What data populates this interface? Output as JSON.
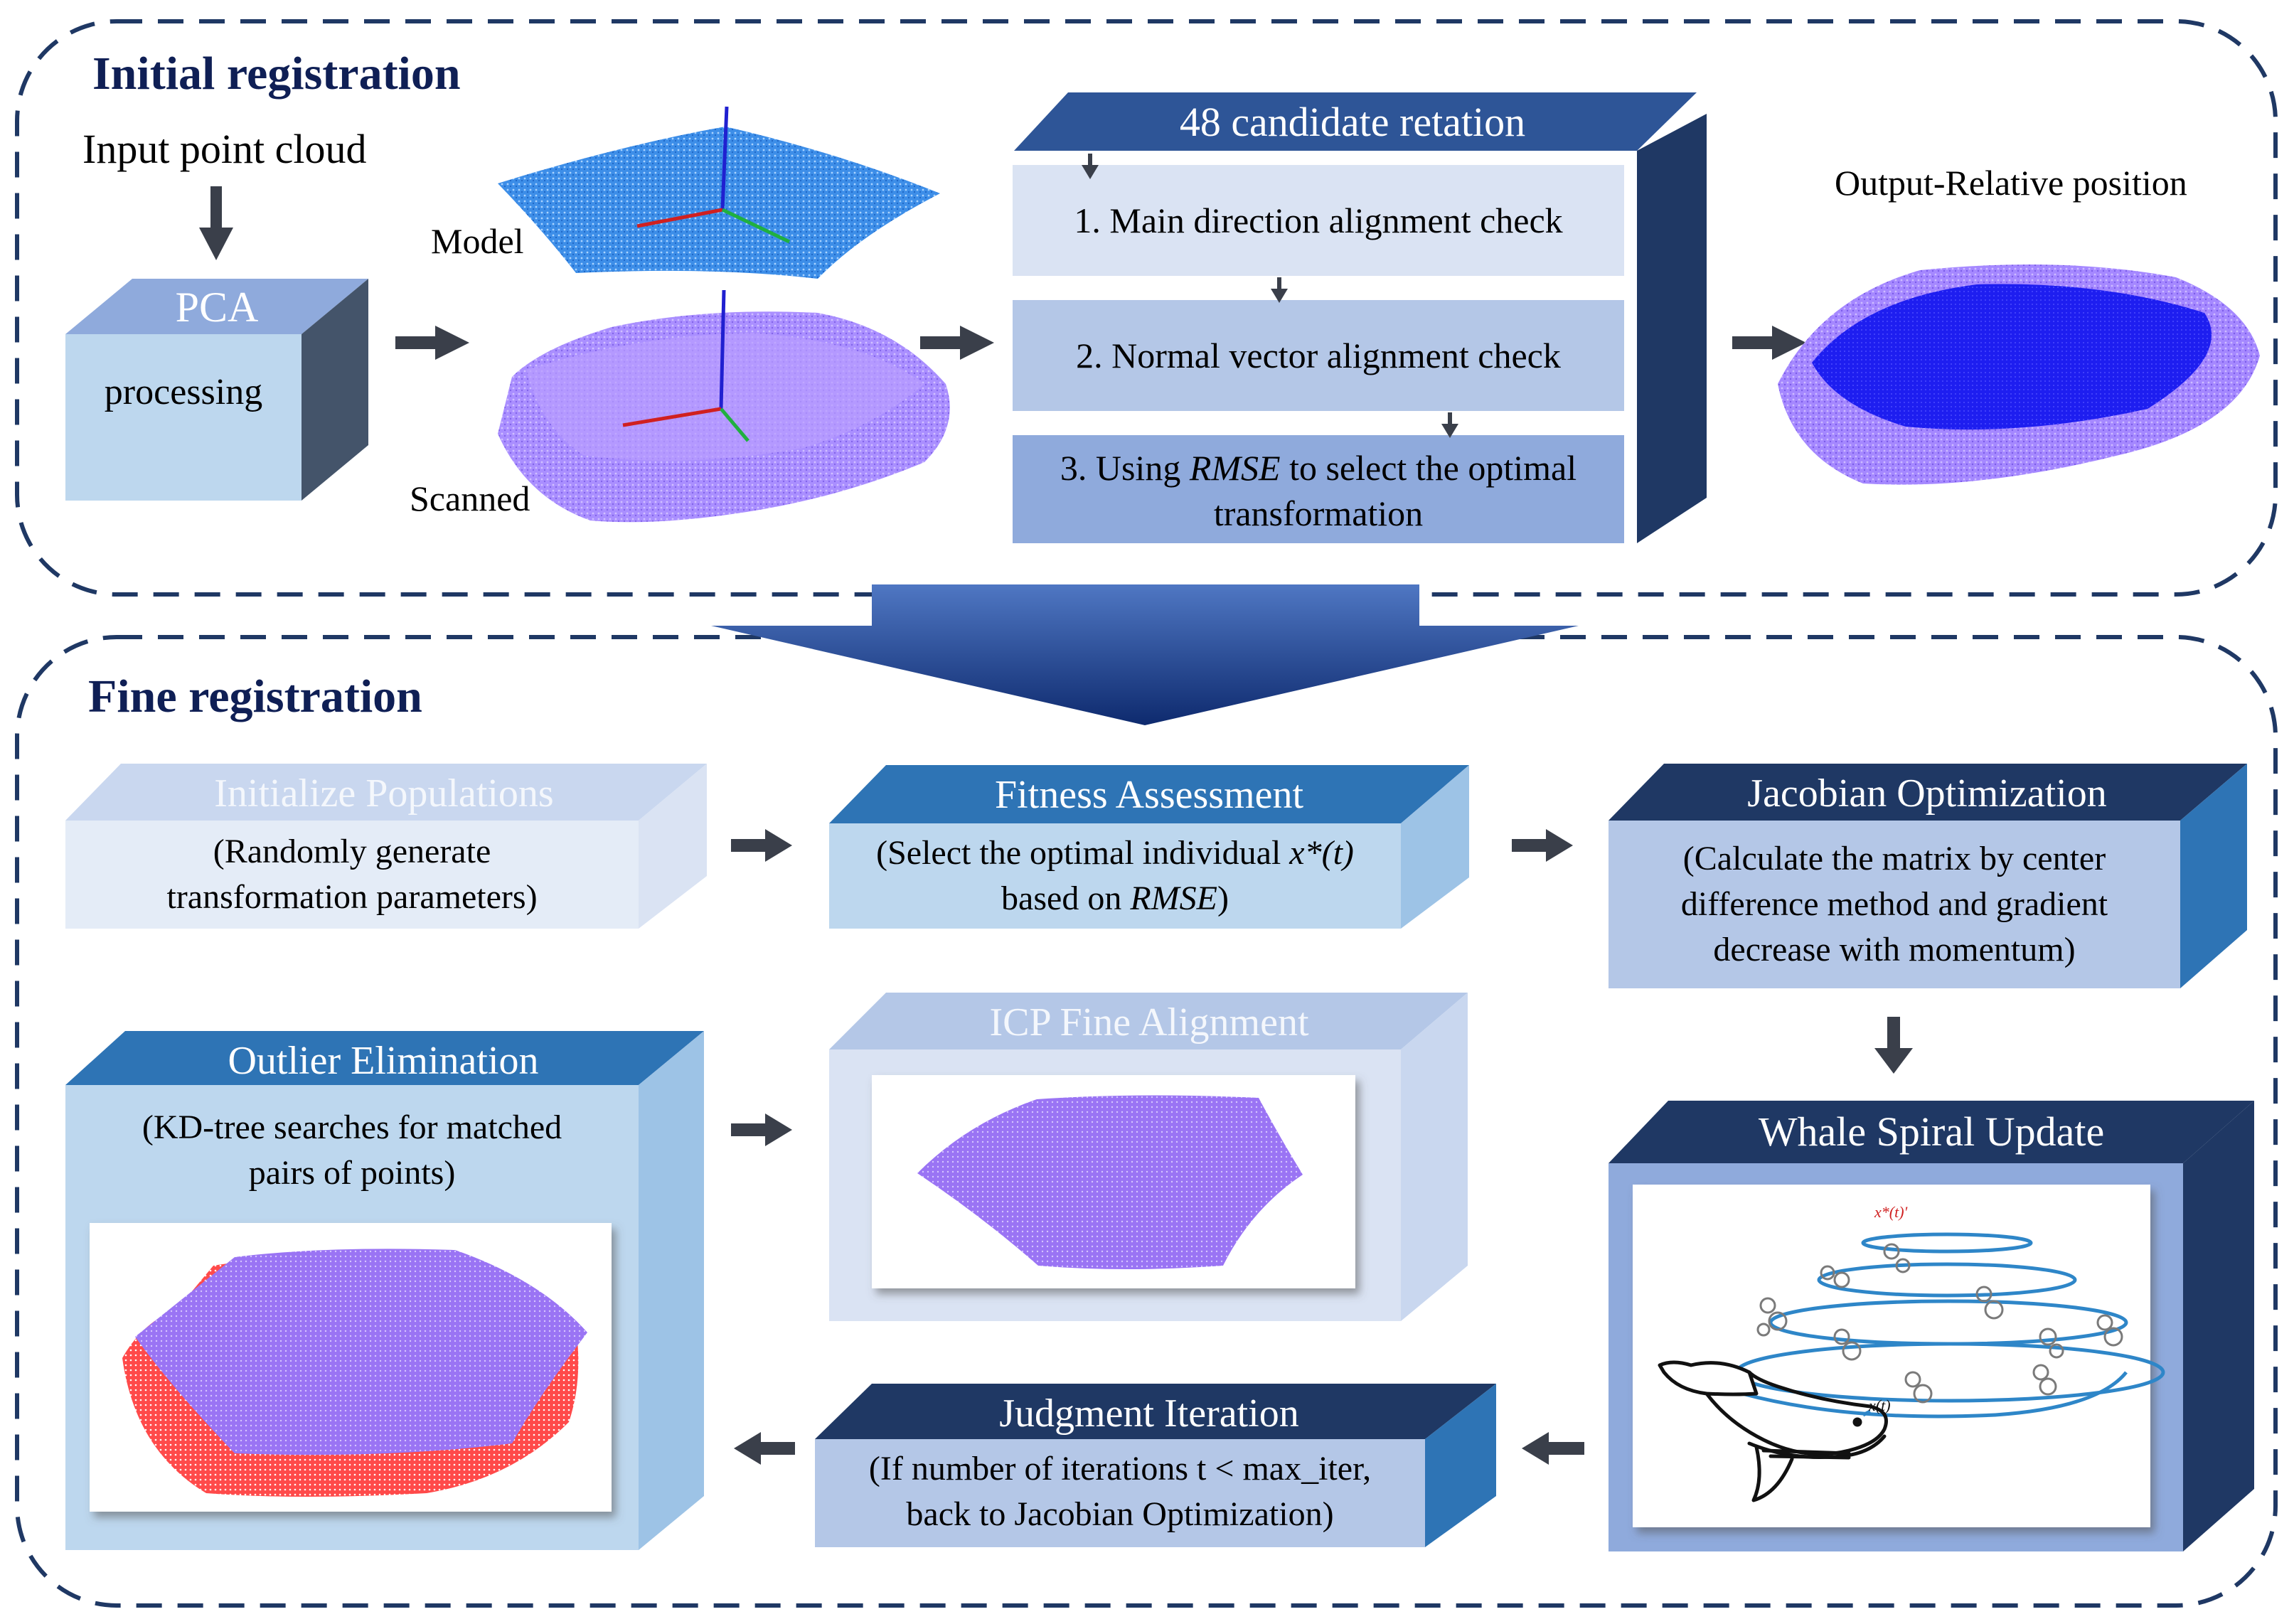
{
  "initial": {
    "title": "Initial registration",
    "input_label": "Input point cloud",
    "pca": {
      "header": "PCA",
      "body": "processing"
    },
    "model_label": "Model",
    "scanned_label": "Scanned",
    "candidate": {
      "header": "48 candidate retation",
      "step1": "1. Main direction alignment check",
      "step2": "2. Normal vector alignment check",
      "step3_pre": "3. Using ",
      "step3_em": "RMSE",
      "step3_post": " to select the optimal",
      "step3_line2": "transformation"
    },
    "output_label": "Output-Relative position"
  },
  "fine": {
    "title": "Fine registration",
    "init_pop": {
      "header": "Initialize Populations",
      "line1": "(Randomly generate",
      "line2": "transformation parameters)"
    },
    "fitness": {
      "header": "Fitness Assessment",
      "line1_pre": "(Select the optimal individual ",
      "line1_em": "x*(t)",
      "line2_pre": "based on ",
      "line2_em": "RMSE",
      "line2_post": ")"
    },
    "jacobian": {
      "header": "Jacobian Optimization",
      "line1": "(Calculate the matrix by center",
      "line2": "difference method and gradient",
      "line3": "decrease with momentum)"
    },
    "icp": {
      "header": "ICP Fine Alignment"
    },
    "outlier": {
      "header": "Outlier Elimination",
      "line1": "(KD-tree searches for matched",
      "line2": "pairs of points)"
    },
    "whale": {
      "header": "Whale Spiral Update",
      "best_label": "x*(t)'",
      "cur_label": "x(t)"
    },
    "judgment": {
      "header": "Judgment Iteration",
      "line1": "(If number of iterations t < max_iter,",
      "line2": "back to Jacobian Optimization)"
    }
  },
  "colors": {
    "navy": "#1f3864",
    "mid_blue": "#2e74b5",
    "light_blue": "#9dc3e6",
    "pale_blue": "#dae3f3",
    "lilac": "#b4c7e7",
    "periwinkle": "#8faadc",
    "scan_purple": "#a070ff",
    "model_blue": "#3d8ee8",
    "dense_blue": "#1a1aee",
    "outlier_red": "#ee1111"
  },
  "icons": [
    "arrow-right-icon",
    "arrow-down-icon",
    "arrow-left-icon",
    "funnel-arrow-icon",
    "whale-icon",
    "spiral-icon",
    "bubbles-icon"
  ]
}
